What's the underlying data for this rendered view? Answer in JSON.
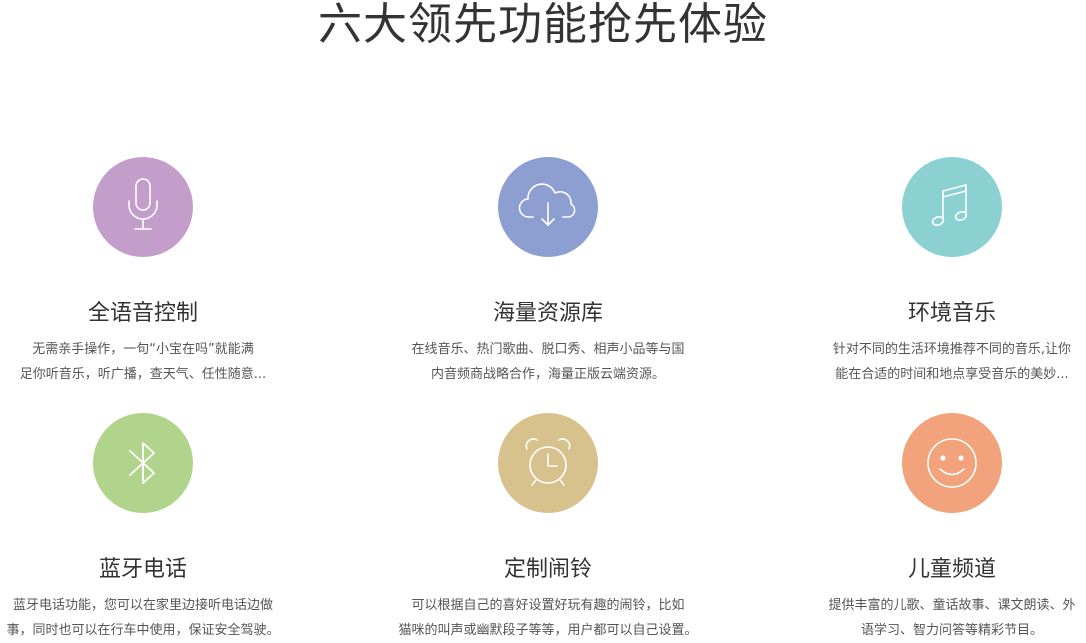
{
  "page": {
    "title": "六大领先功能抢先体验"
  },
  "features": [
    {
      "name": "全语音控制",
      "icon": "microphone-icon",
      "color": "#c39ecb",
      "lines": [
        "无需亲手操作，一句“小宝在吗”就能满",
        "足你听音乐，听广播，查天气、任性随意..."
      ]
    },
    {
      "name": "海量资源库",
      "icon": "cloud-download-icon",
      "color": "#8d9fd0",
      "lines": [
        "在线音乐、热门歌曲、脱口秀、相声小品等与国",
        "内音频商战略合作，海量正版云端资源。"
      ]
    },
    {
      "name": "环境音乐",
      "icon": "music-note-icon",
      "color": "#8bd1d1",
      "lines": [
        "针对不同的生活环境推荐不同的音乐,让你",
        "能在合适的时间和地点享受音乐的美妙..."
      ]
    },
    {
      "name": "蓝牙电话",
      "icon": "bluetooth-icon",
      "color": "#b0d48c",
      "lines": [
        "蓝牙电话功能，您可以在家里边接听电话边做",
        "事，同时也可以在行车中使用，保证安全驾驶。"
      ]
    },
    {
      "name": "定制闹铃",
      "icon": "alarm-clock-icon",
      "color": "#d7c28e",
      "lines": [
        "可以根据自己的喜好设置好玩有趣的闹铃，比如",
        "猫咪的叫声或幽默段子等等，用户都可以自己设置。"
      ]
    },
    {
      "name": "儿童频道",
      "icon": "smiley-face-icon",
      "color": "#f2a37c",
      "lines": [
        "提供丰富的儿歌、童话故事、课文朗读、外",
        "语学习、智力问答等精彩节目。"
      ]
    }
  ]
}
